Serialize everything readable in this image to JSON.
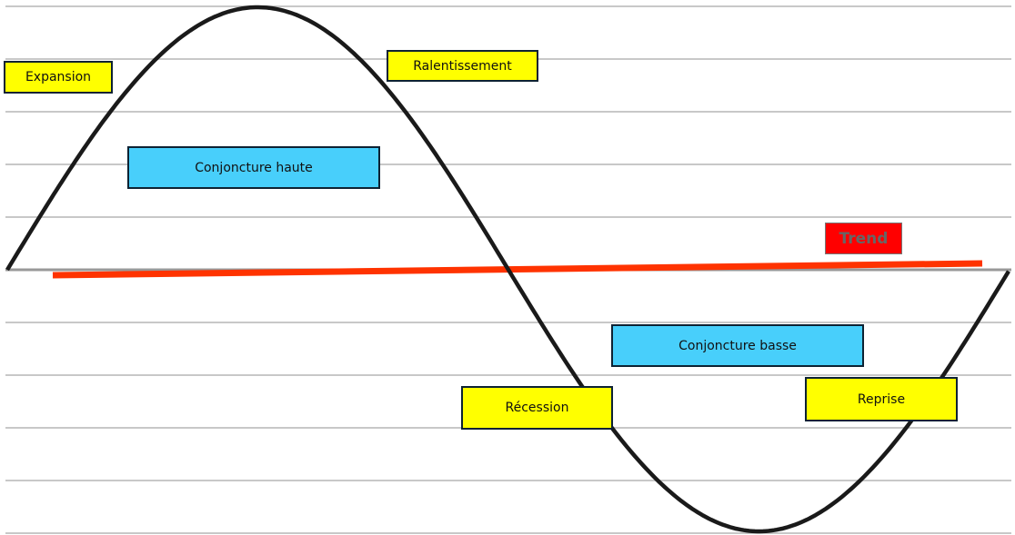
{
  "labels": {
    "expansion": "Expansion",
    "ralentissement": "Ralentissement",
    "conjoncture_haute": "Conjoncture haute",
    "trend": "Trend",
    "conjoncture_basse": "Conjoncture basse",
    "recession": "Récession",
    "reprise": "Reprise"
  },
  "colors": {
    "cycle": "#1a1a1a",
    "trend": "#ff3300",
    "phase_box": "#ffff00",
    "state_box": "#48cffb",
    "trend_box": "#ff0000"
  }
}
